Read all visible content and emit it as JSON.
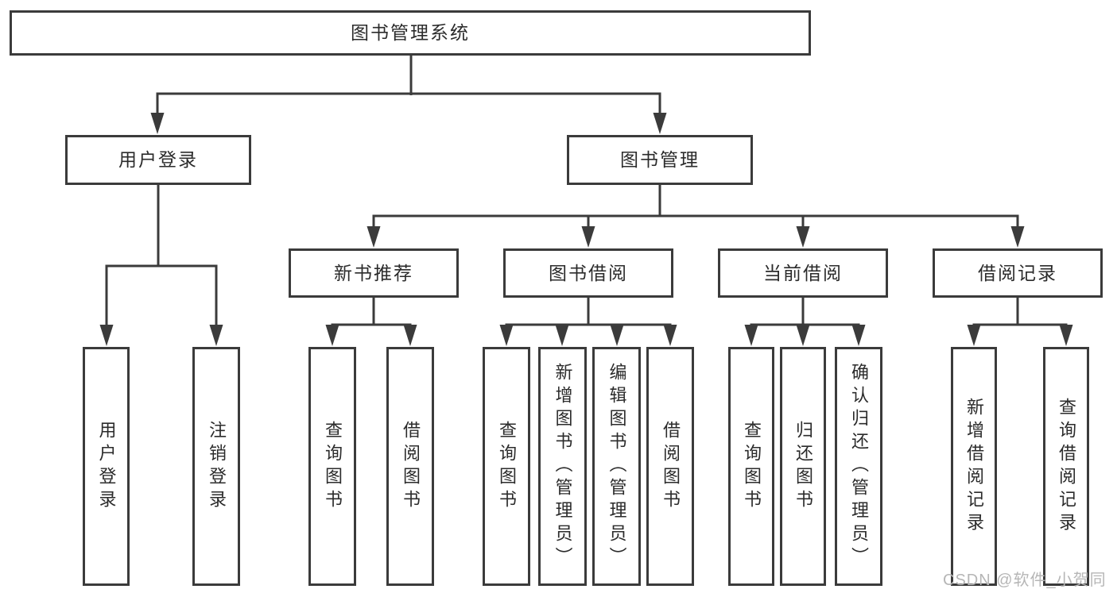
{
  "diagram": {
    "title": "图书管理系统",
    "colors": {
      "line": "#3b3b3b",
      "text": "#2b2b2b",
      "background": "#ffffff",
      "watermark_text": "#b6b6b6"
    },
    "root": {
      "label": "图书管理系统"
    },
    "level2": [
      {
        "label": "用户登录"
      },
      {
        "label": "图书管理"
      }
    ],
    "level3": [
      {
        "label": "新书推荐"
      },
      {
        "label": "图书借阅"
      },
      {
        "label": "当前借阅"
      },
      {
        "label": "借阅记录"
      }
    ],
    "leaves": [
      {
        "label": "用户登录",
        "parent": "用户登录"
      },
      {
        "label": "注销登录",
        "parent": "用户登录"
      },
      {
        "label": "查询图书",
        "parent": "新书推荐"
      },
      {
        "label": "借阅图书",
        "parent": "新书推荐"
      },
      {
        "label": "查询图书",
        "parent": "图书借阅"
      },
      {
        "label": "新增图书（管理员）",
        "parent": "图书借阅"
      },
      {
        "label": "编辑图书（管理员）",
        "parent": "图书借阅"
      },
      {
        "label": "借阅图书",
        "parent": "图书借阅"
      },
      {
        "label": "查询图书",
        "parent": "当前借阅"
      },
      {
        "label": "归还图书",
        "parent": "当前借阅"
      },
      {
        "label": "确认归还（管理员）",
        "parent": "当前借阅"
      },
      {
        "label": "新增借阅记录",
        "parent": "借阅记录"
      },
      {
        "label": "查询借阅记录",
        "parent": "借阅记录"
      }
    ],
    "watermark": "CSDN @软件_小贺同学"
  }
}
